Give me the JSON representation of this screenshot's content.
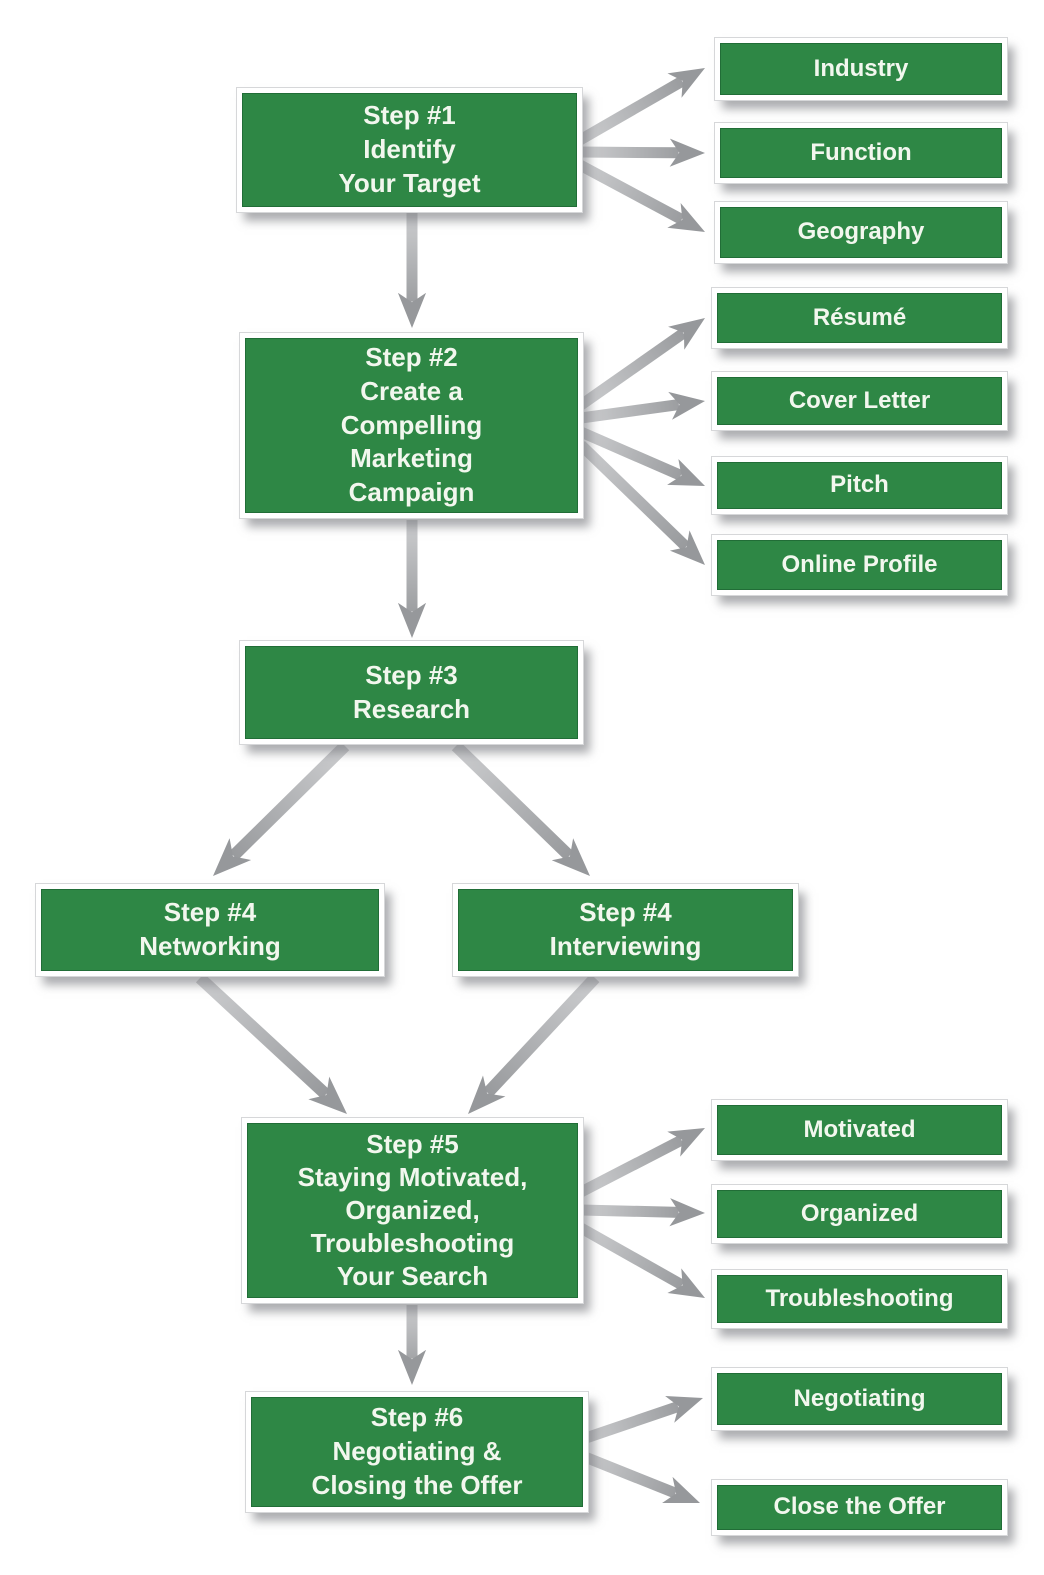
{
  "diagram": {
    "colors": {
      "box_green": "#2e8745",
      "box_border": "#ffffff",
      "text": "#f2f7ee",
      "arrow_gray_light": "#cdced0",
      "arrow_gray_dark": "#8f9194",
      "background": "#ffffff"
    },
    "steps": [
      {
        "label": "Step #1\nIdentify\nYour Target",
        "children": [
          "Industry",
          "Function",
          "Geography"
        ]
      },
      {
        "label": "Step #2\nCreate a\nCompelling\nMarketing\nCampaign",
        "children": [
          "Résumé",
          "Cover Letter",
          "Pitch",
          "Online Profile"
        ]
      },
      {
        "label": "Step #3\nResearch",
        "children": []
      },
      {
        "label": "Step #4\nNetworking",
        "children": []
      },
      {
        "label": "Step #4\nInterviewing",
        "children": []
      },
      {
        "label": "Step #5\nStaying Motivated,\nOrganized,\nTroubleshooting\nYour Search",
        "children": [
          "Motivated",
          "Organized",
          "Troubleshooting"
        ]
      },
      {
        "label": "Step #6\nNegotiating &\nClosing the Offer",
        "children": [
          "Negotiating",
          "Close the Offer"
        ]
      }
    ]
  }
}
